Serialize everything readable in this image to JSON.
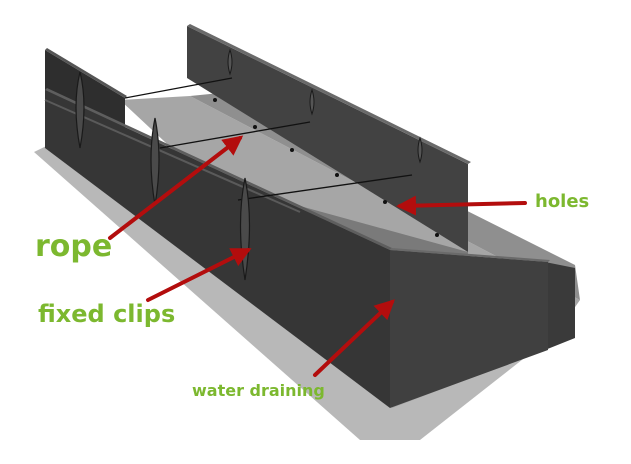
{
  "labels": {
    "rope": "rope",
    "fixed_clips": "fixed clips",
    "holes": "holes",
    "water_draining": "water draining"
  },
  "colors": {
    "label_green": "#7cb82f",
    "arrow_red": "#b30d0d",
    "panel_dark": "#3a3a3a",
    "floor_gray": "#a9a9a9",
    "shadow_gray": "#b5b5b5"
  }
}
